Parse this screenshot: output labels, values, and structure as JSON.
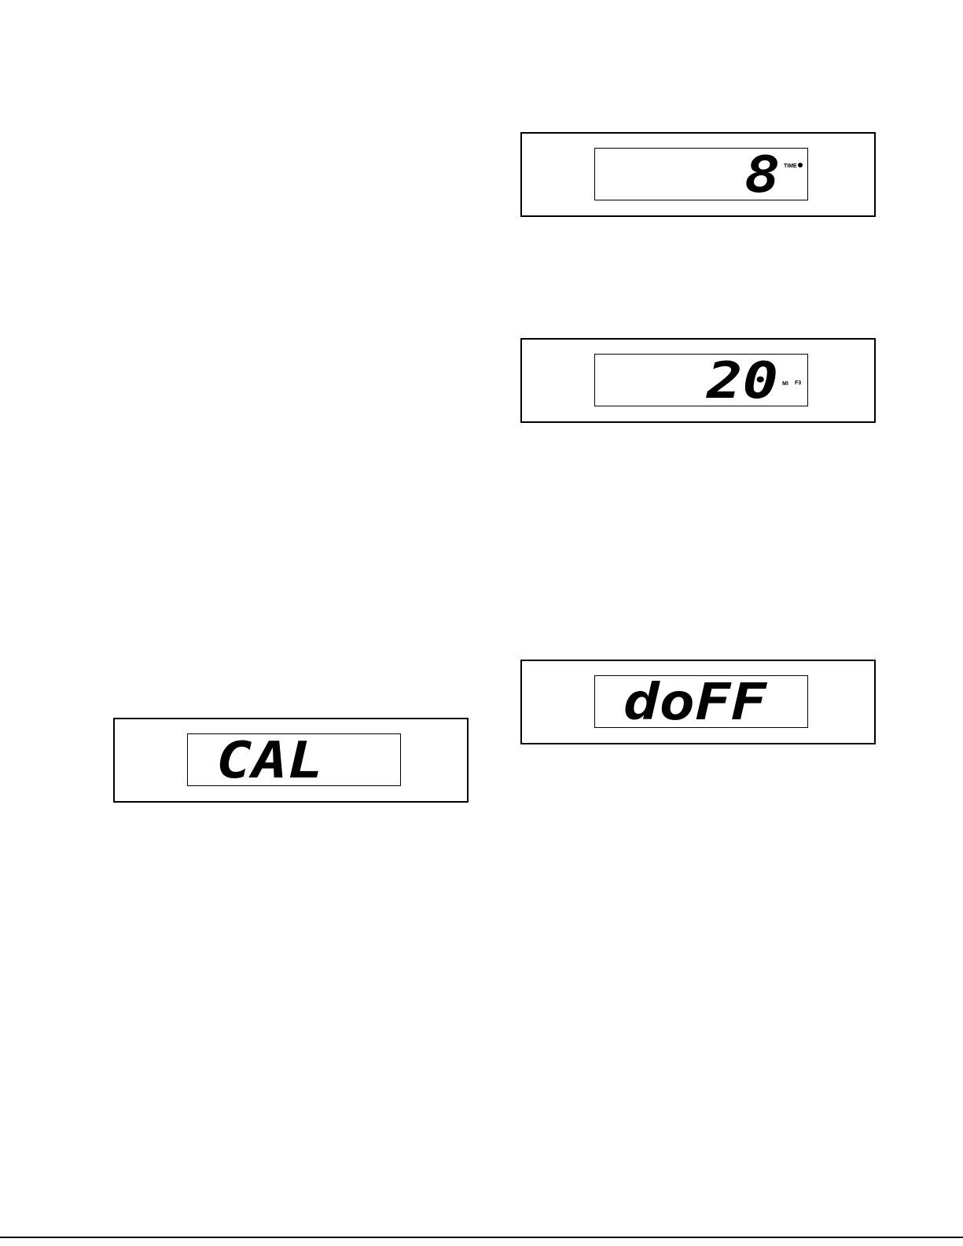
{
  "displays": {
    "time": {
      "digits": "8",
      "label": "TIME"
    },
    "distance": {
      "digits": "20",
      "unit": "MI",
      "tag": "F3"
    },
    "doff": {
      "digits": "doFF"
    },
    "cal": {
      "digits": "CAL"
    }
  }
}
